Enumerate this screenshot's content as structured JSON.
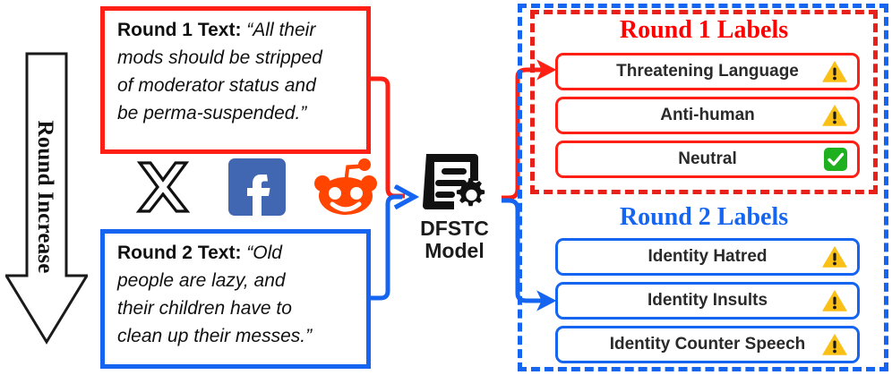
{
  "flow": {
    "round_increase_label": "Round Increase",
    "model": {
      "icon": "document-gear-icon",
      "name_line1": "DFSTC",
      "name_line2": "Model"
    },
    "platforms": [
      {
        "name": "x-twitter-logo",
        "label": "X"
      },
      {
        "name": "facebook-logo",
        "label": "Facebook"
      },
      {
        "name": "reddit-logo",
        "label": "Reddit"
      }
    ]
  },
  "inputs": {
    "round1": {
      "lead": "Round 1 Text:",
      "lines": [
        "“All their",
        "mods should be stripped",
        "of moderator status and",
        "be perma-suspended.”"
      ],
      "border_color": "#FF2015"
    },
    "round2": {
      "lead": "Round 2 Text:",
      "lines": [
        "“Old",
        "people are lazy, and",
        "their children have to",
        "clean up their messes.”"
      ],
      "border_color": "#1565F0"
    }
  },
  "outputs": {
    "round1": {
      "title": "Round 1 Labels",
      "title_color": "#FF0000",
      "border_color": "#E8201A",
      "chips": [
        {
          "label": "Threatening Language",
          "icon": "warning-triangle-icon"
        },
        {
          "label": "Anti-human",
          "icon": "warning-triangle-icon"
        },
        {
          "label": "Neutral",
          "icon": "green-check-icon"
        }
      ]
    },
    "round2": {
      "title": "Round 2 Labels",
      "title_color": "#1565F0",
      "border_color": "#1565F0",
      "chips": [
        {
          "label": "Identity Hatred",
          "icon": "warning-triangle-icon"
        },
        {
          "label": "Identity Insults",
          "icon": "warning-triangle-icon"
        },
        {
          "label": "Identity Counter Speech",
          "icon": "warning-triangle-icon"
        }
      ]
    }
  },
  "colors": {
    "red": "#FF2015",
    "blue": "#1565F0",
    "warning_yellow": "#FAC016",
    "check_green": "#1EB01E"
  }
}
